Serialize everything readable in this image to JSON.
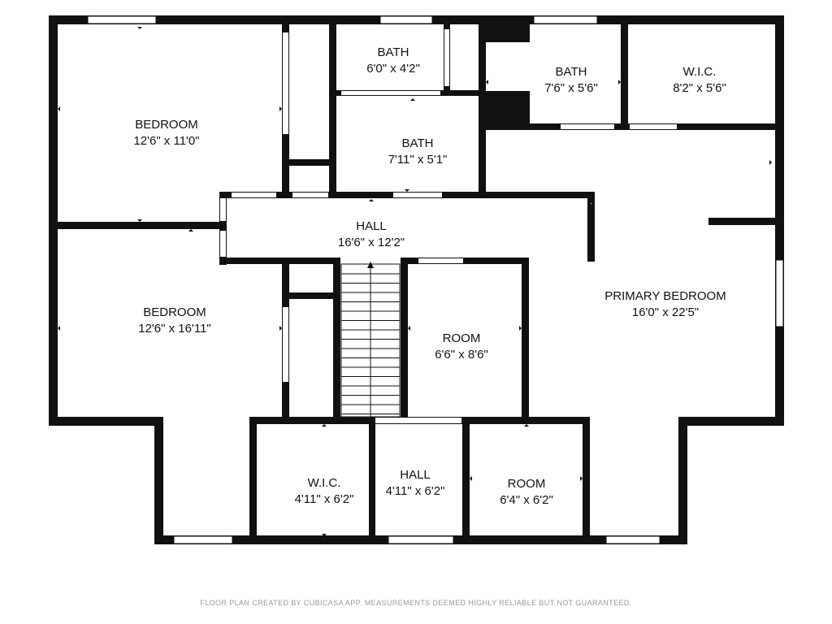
{
  "colors": {
    "wall": "#111111",
    "background": "#ffffff",
    "window": "#ffffff",
    "caption": "#9a9a9a"
  },
  "rooms": {
    "bedroom_top": {
      "name": "BEDROOM",
      "size": "12'6\" x 11'0\""
    },
    "bath_top": {
      "name": "BATH",
      "size": "6'0\" x 4'2\""
    },
    "bath_mid": {
      "name": "BATH",
      "size": "7'11\" x 5'1\""
    },
    "bath_right": {
      "name": "BATH",
      "size": "7'6\" x 5'6\""
    },
    "wic_top": {
      "name": "W.I.C.",
      "size": "8'2\" x 5'6\""
    },
    "hall_main": {
      "name": "HALL",
      "size": "16'6\" x 12'2\""
    },
    "bedroom_left": {
      "name": "BEDROOM",
      "size": "12'6\" x 16'11\""
    },
    "room_center": {
      "name": "ROOM",
      "size": "6'6\" x 8'6\""
    },
    "primary_bedroom": {
      "name": "PRIMARY BEDROOM",
      "size": "16'0\" x 22'5\""
    },
    "wic_bottom": {
      "name": "W.I.C.",
      "size": "4'11\" x 6'2\""
    },
    "hall_bottom": {
      "name": "HALL",
      "size": "4'11\" x 6'2\""
    },
    "room_bottom": {
      "name": "ROOM",
      "size": "6'4\" x 6'2\""
    }
  },
  "footer": "FLOOR PLAN CREATED BY CUBICASA APP. MEASUREMENTS DEEMED HIGHLY RELIABLE BUT NOT GUARANTEED."
}
